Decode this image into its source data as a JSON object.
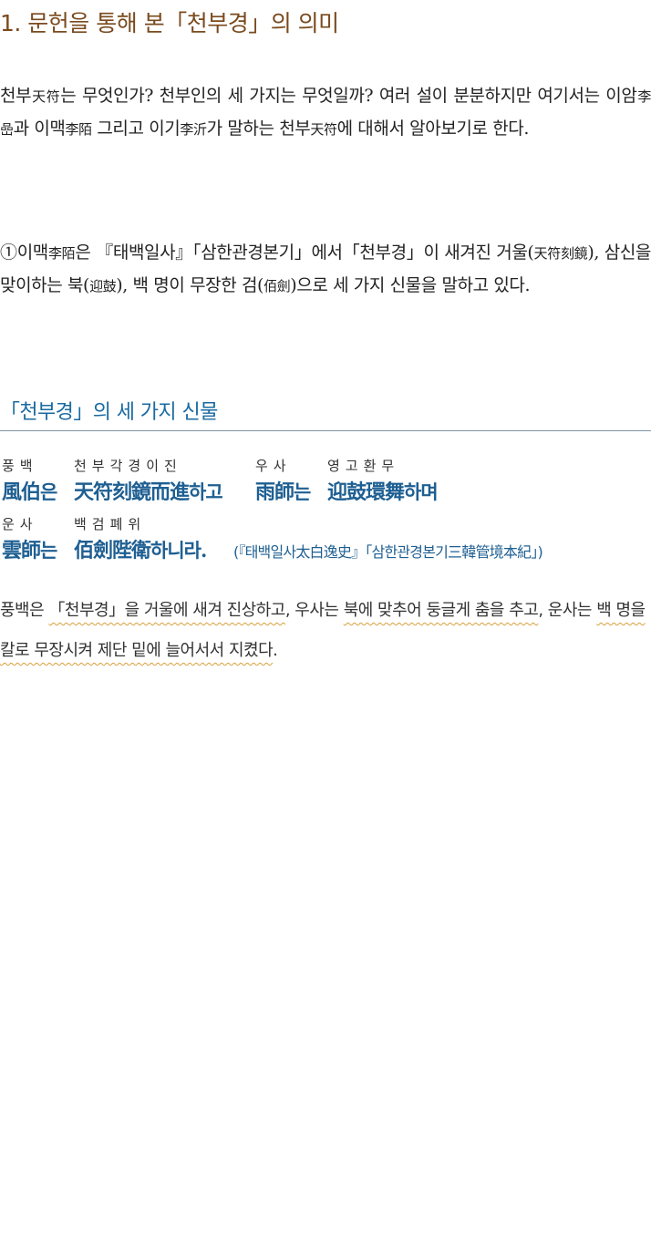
{
  "section_title": "1. 문헌을 통해 본「천부경」의 의미",
  "paragraph1": {
    "t1": "천부",
    "h1": "天符",
    "t2": "는 무엇인가? 천부인의 세 가지는 무엇일까? 여러 설이 분분하지만 여기서는 이암",
    "h2": "李嵒",
    "t3": "과 이맥",
    "h3": "李陌",
    "t4": " 그리고 이기",
    "h4": "李沂",
    "t5": "가 말하는 천부",
    "h5": "天符",
    "t6": "에 대해서 알아보기로 한다."
  },
  "paragraph2": {
    "t1": "①이맥",
    "h1": "李陌",
    "t2": "은 『태백일사』「삼한관경본기」에서「천부경」이 새겨진 거울(",
    "h2": "天符刻鏡",
    "t3": "), 삼신을 맞이하는 북(",
    "h3": "迎鼓",
    "t4": "), 백 명이 무장한 검(",
    "h4": "佰劍",
    "t5": ")으로 세 가지 신물을 말하고 있다."
  },
  "sub_heading": "「천부경」의 세 가지 신물",
  "classical_text": {
    "line1": {
      "r1": "풍백",
      "w1": "風伯",
      "k1": "은",
      "r2": "천부각경이진",
      "w2": "天符刻鏡",
      "w2b": "而進",
      "k2": "하고",
      "r3": "우사",
      "w3": "雨師",
      "k3": "는",
      "r4": "영고환무",
      "w4": "迎鼓環舞",
      "k4": "하며"
    },
    "line2": {
      "r1": "운사",
      "w1": "雲師",
      "k1": "는",
      "r2": "백검폐위",
      "w2": "佰劍陛衛",
      "k2": "하니라.",
      "source": "(『태백일사太白逸史』「삼한관경본기三韓管境本紀」)"
    }
  },
  "translation": {
    "t1": "풍백은 ",
    "u1": "「천부경」을 거울에 새겨 진상하고",
    "t2": ", 우사는 ",
    "u2": "북에 맞추어 둥글게 춤을 추고",
    "t3": ", 운사는 ",
    "u3": "백 명을 칼로 무장시켜 제단 밑에 늘어서서 지켰다",
    "t4": "."
  },
  "colors": {
    "title": "#7a4a1e",
    "subheading": "#1a6aa0",
    "classical": "#1e5f92",
    "red_underline": "#c8202a",
    "wavy_underline": "#d9a03a"
  }
}
